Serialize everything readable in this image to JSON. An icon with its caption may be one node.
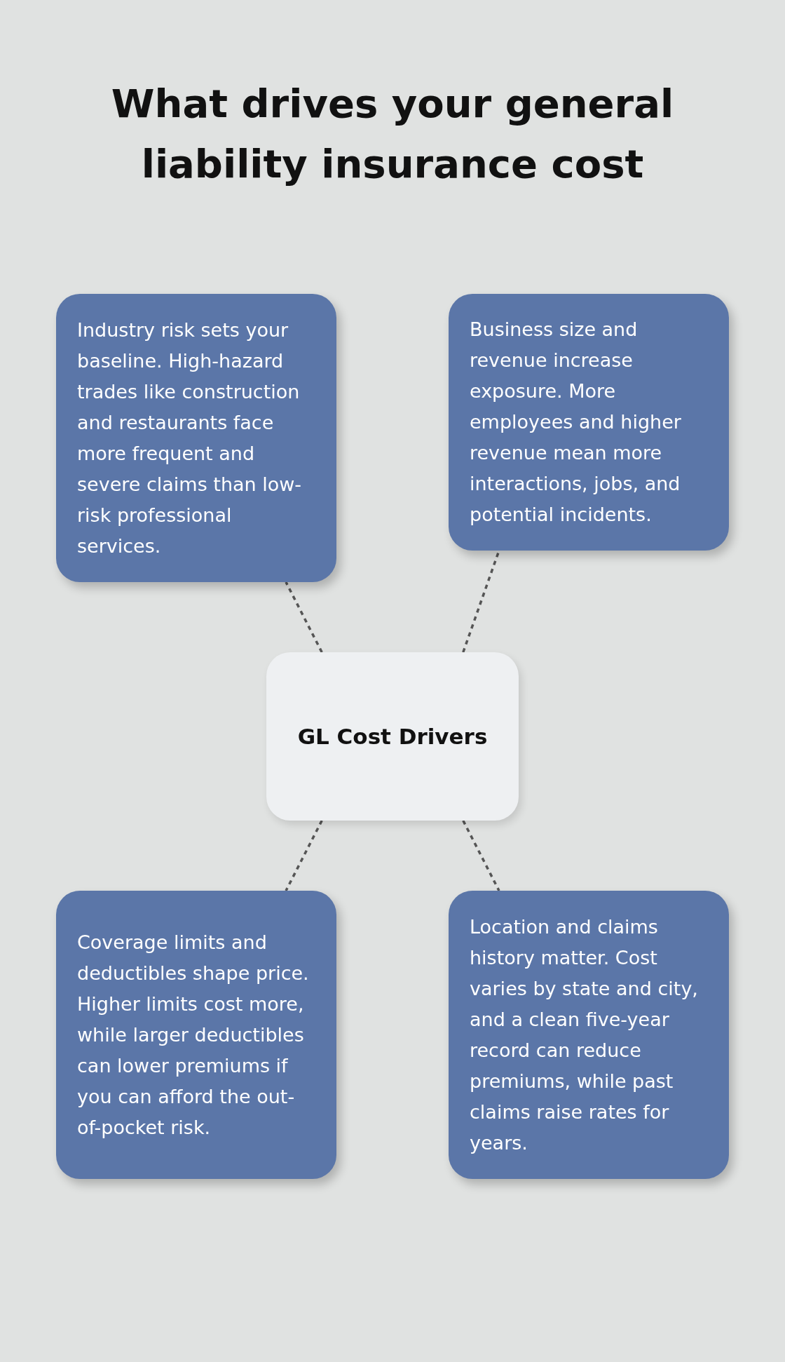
{
  "diagram": {
    "title": "What drives your general liability insurance cost",
    "nodes": [
      {
        "text": [
          "Industry risk sets your baseline. High-hazard trades like construction and restaurants face more frequent and severe claims than low-risk professional services."
        ]
      },
      {
        "text": [
          "Business size and revenue increase exposure. More employees and higher revenue mean more interactions, jobs, and potential incidents."
        ]
      },
      {
        "text": [
          "GL Cost Drivers"
        ]
      },
      {
        "text": [
          "Coverage limits and deductibles shape price. Higher limits cost more, while larger deductibles can lower premiums if you can afford the out-of-pocket risk."
        ]
      },
      {
        "text": [
          "Location and claims history matter. Cost varies by state and city, and a clean five-year record can reduce premiums, while past claims raise rates for years."
        ]
      }
    ],
    "edges": [
      {
        "from": 2,
        "to": 0,
        "arrow": "none",
        "style": "dashed"
      },
      {
        "from": 2,
        "to": 1,
        "arrow": "none",
        "style": "dashed"
      },
      {
        "from": 2,
        "to": 3,
        "arrow": "none",
        "style": "dashed"
      },
      {
        "from": 2,
        "to": 4,
        "arrow": "none",
        "style": "dashed"
      }
    ]
  }
}
